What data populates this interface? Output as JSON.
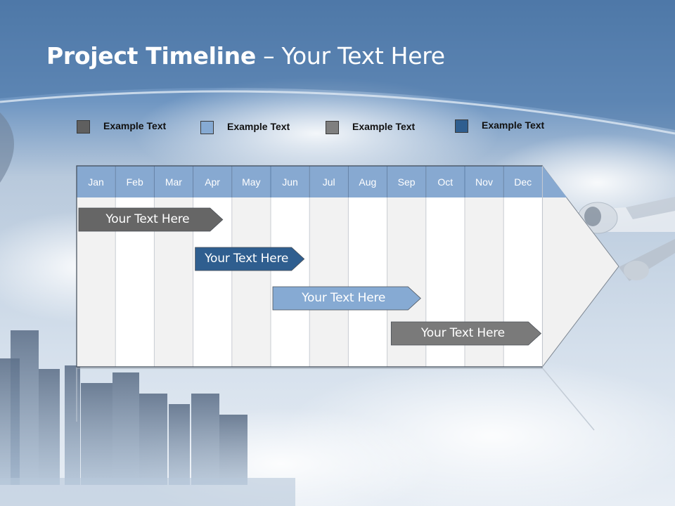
{
  "title": {
    "bold": "Project Timeline",
    "rest": " – Your Text Here"
  },
  "legend": [
    {
      "label": "Example Text",
      "color": "#5f5f5f"
    },
    {
      "label": "Example Text",
      "color": "#86aad3"
    },
    {
      "label": "Example Text",
      "color": "#7f7f7f"
    },
    {
      "label": "Example Text",
      "color": "#2f5e8f"
    }
  ],
  "months": [
    "Jan",
    "Feb",
    "Mar",
    "Apr",
    "May",
    "Jun",
    "Jul",
    "Aug",
    "Sep",
    "Oct",
    "Nov",
    "Dec"
  ],
  "tasks": [
    {
      "label": "Your  Text Here",
      "start": 0,
      "end": 3.8,
      "color": "#666666"
    },
    {
      "label": "Your  Text Here",
      "start": 3.0,
      "end": 5.9,
      "color": "#2f5e8f"
    },
    {
      "label": "Your  Text Here",
      "start": 5.0,
      "end": 8.9,
      "color": "#86aad3"
    },
    {
      "label": "Your  Text Here",
      "start": 8.05,
      "end": 12,
      "color": "#7a7a7a"
    }
  ],
  "colors": {
    "header": "#87a9d1",
    "grid_light": "#f2f2f2",
    "grid_white": "#ffffff",
    "line": "#9fa8b3"
  }
}
